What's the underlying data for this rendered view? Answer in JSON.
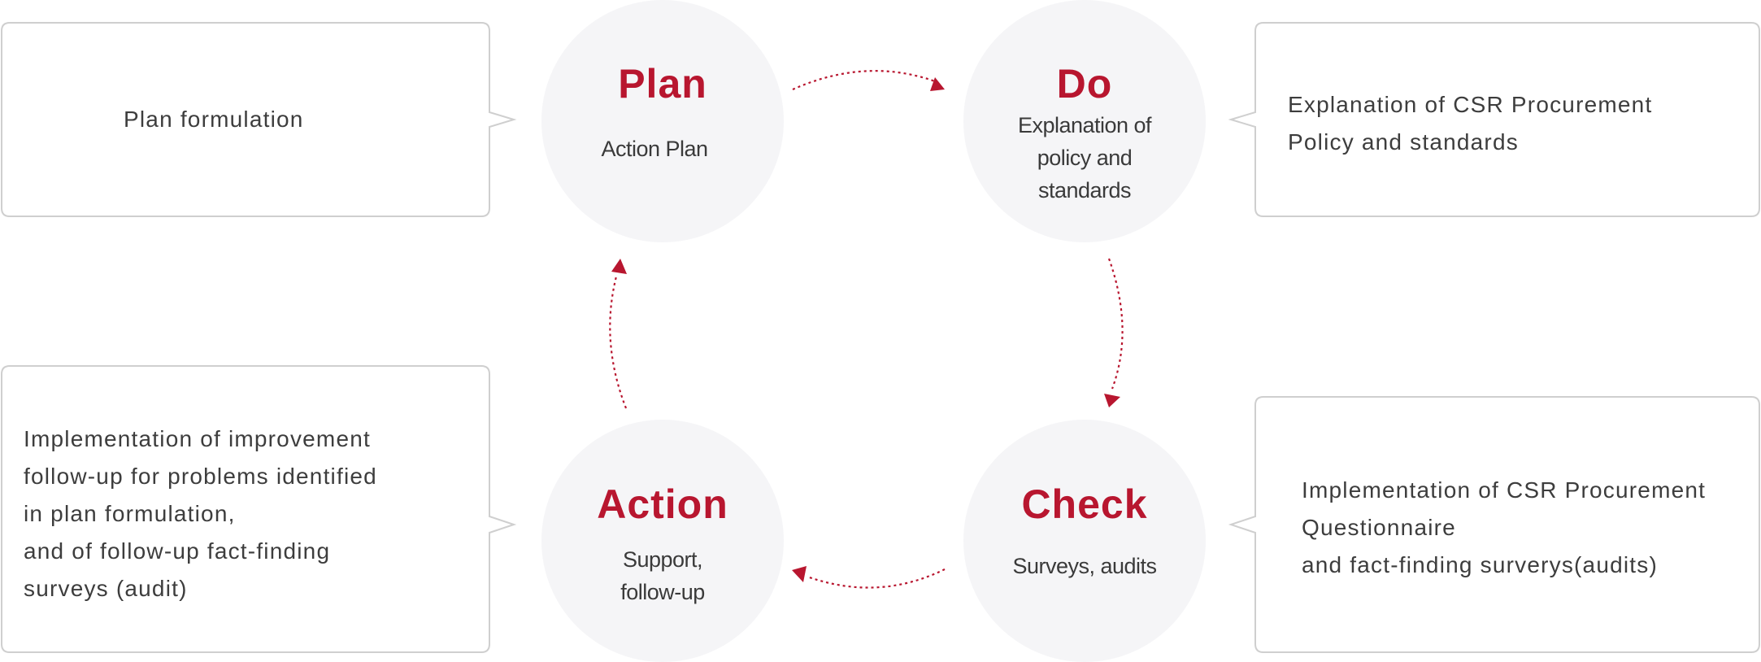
{
  "colors": {
    "accent": "#b8162f",
    "circle_fill": "#f5f5f7",
    "box_border": "#cfcfcf",
    "text": "#3d3d3d"
  },
  "phases": {
    "plan": {
      "title": "Plan",
      "subtitle": "Action Plan"
    },
    "do": {
      "title": "Do",
      "subtitle": "Explanation of\npolicy and\nstandards"
    },
    "check": {
      "title": "Check",
      "subtitle": "Surveys, audits"
    },
    "action": {
      "title": "Action",
      "subtitle": "Support,\nfollow-up"
    }
  },
  "boxes": {
    "plan": "Plan formulation",
    "do": "Explanation of CSR Procurement\nPolicy and standards",
    "check": "Implementation of CSR Procurement\nQuestionnaire\nand fact-finding surverys(audits)",
    "action": "Implementation of improvement\nfollow-up for problems identified\nin plan formulation,\nand of follow-up fact-finding\nsurveys (audit)"
  }
}
